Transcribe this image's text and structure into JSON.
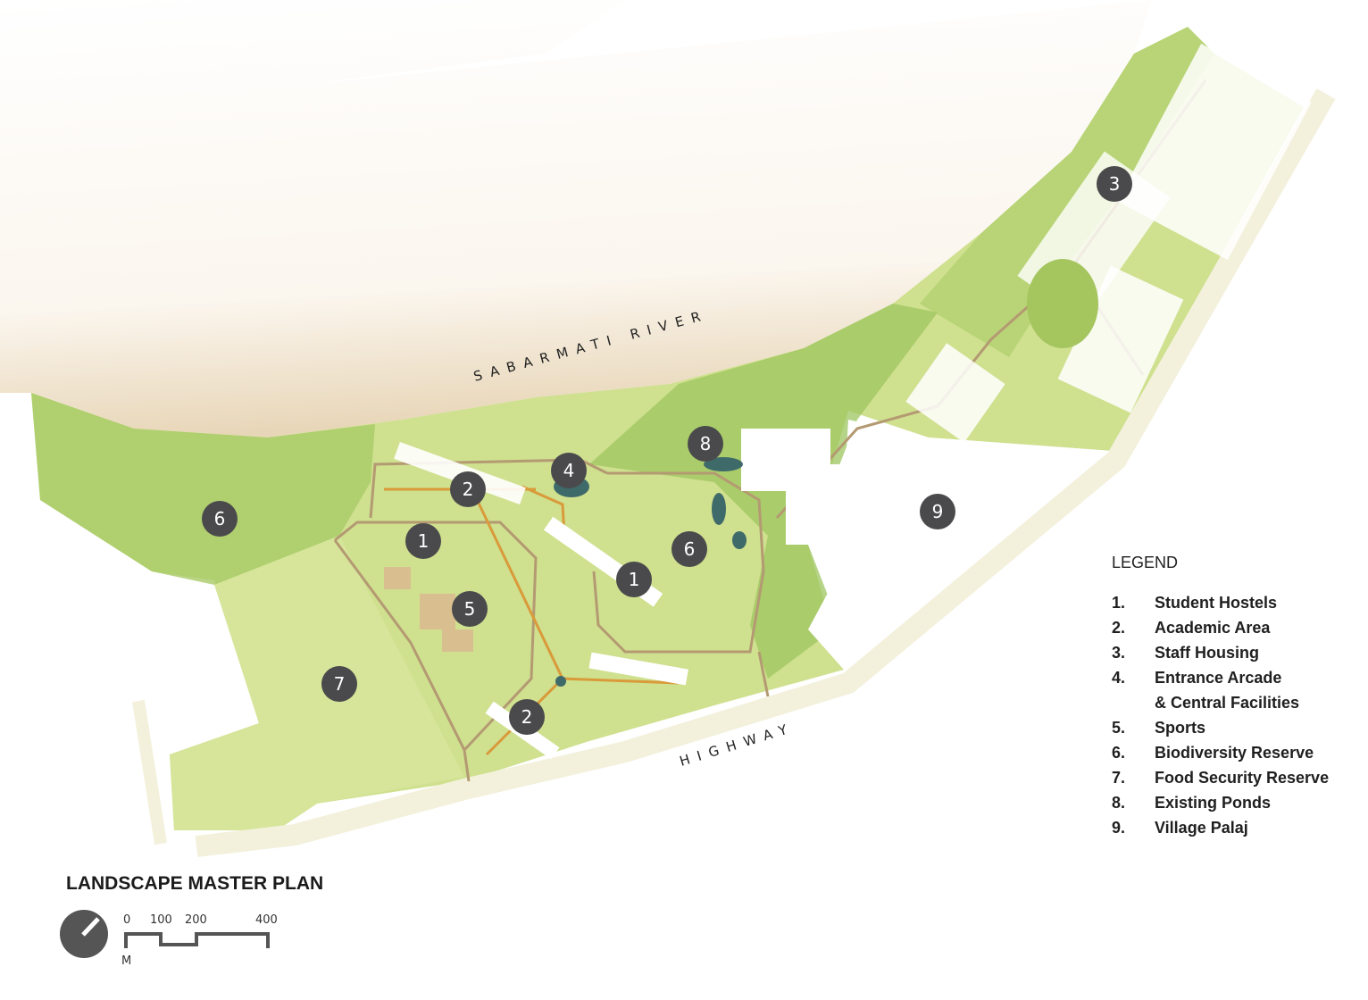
{
  "map_labels": {
    "river": "SABARMATI RIVER",
    "highway": "HIGHWAY"
  },
  "markers": [
    "6",
    "2",
    "4",
    "8",
    "1",
    "6",
    "1",
    "5",
    "7",
    "2",
    "3",
    "9"
  ],
  "legend": {
    "title": "LEGEND",
    "items": [
      {
        "num": "1.",
        "label": "Student Hostels"
      },
      {
        "num": "2.",
        "label": "Academic Area"
      },
      {
        "num": "3.",
        "label": "Staff Housing"
      },
      {
        "num": "4.",
        "label": "Entrance Arcade"
      },
      {
        "num": "",
        "label": "& Central Facilities"
      },
      {
        "num": "5.",
        "label": "Sports"
      },
      {
        "num": "6.",
        "label": "Biodiversity Reserve"
      },
      {
        "num": "7.",
        "label": "Food Security Reserve"
      },
      {
        "num": "8.",
        "label": "Existing Ponds"
      },
      {
        "num": "9.",
        "label": "Village Palaj"
      }
    ]
  },
  "plan_title": "LANDSCAPE MASTER PLAN",
  "scale": {
    "ticks": [
      "0",
      "100",
      "200",
      "400"
    ],
    "unit": "M"
  },
  "colors": {
    "land": "#cfe08f",
    "reserve": "#a9cc6a",
    "river_bank": "#ecdcc2",
    "road": "#b49a72",
    "marker": "#4a4a4c",
    "highway": "#f3f1dc"
  }
}
